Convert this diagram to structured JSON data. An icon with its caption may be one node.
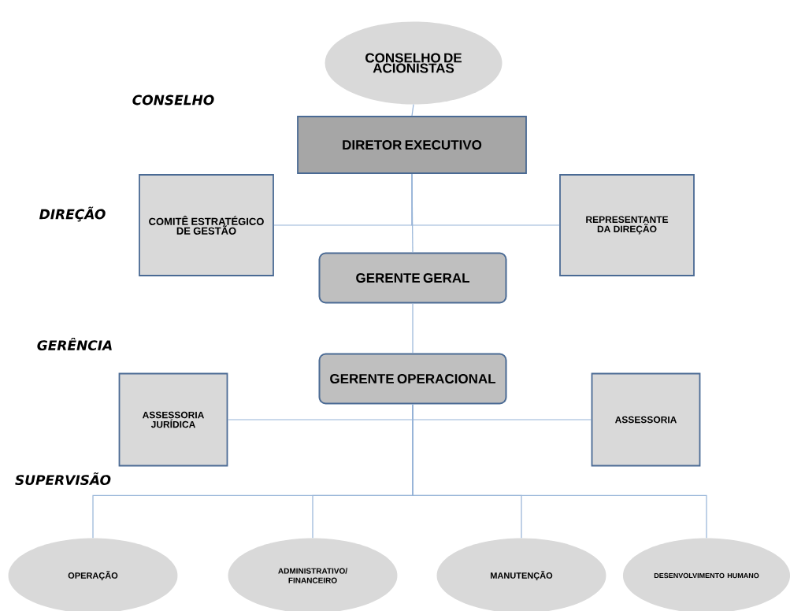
{
  "diagram": {
    "nodes": [
      {
        "text": [
          "CONSELHO DE ACIONISTAS"
        ]
      },
      {
        "text": [
          "DIRETOR EXECUTIVO"
        ]
      },
      {
        "text": [
          "COMITÊ ESTRATÉGICO DE GESTÃO"
        ]
      },
      {
        "text": [
          "REPRESENTANTE DA DIREÇÃO"
        ]
      },
      {
        "text": [
          "GERENTE GERAL"
        ]
      },
      {
        "text": [
          "GERENTE OPERACIONAL"
        ]
      },
      {
        "text": [
          "ASSESSORIA JURÍDICA"
        ]
      },
      {
        "text": [
          "ASSESSORIA"
        ]
      },
      {
        "text": [
          "OPERAÇÃO"
        ]
      },
      {
        "text": [
          "ADMINISTRATIVO/ FINANCEIRO"
        ]
      },
      {
        "text": [
          "MANUTENÇÃO"
        ]
      },
      {
        "text": [
          "DESENVOLVIMENTO HUMANO"
        ]
      }
    ],
    "edges": [
      {
        "from": 0,
        "to": 1,
        "arrow": "none"
      },
      {
        "from": 1,
        "to": 2,
        "arrow": "none"
      },
      {
        "from": 1,
        "to": 3,
        "arrow": "none"
      },
      {
        "from": 1,
        "to": 4,
        "arrow": "none"
      },
      {
        "from": 4,
        "to": 5,
        "arrow": "none"
      },
      {
        "from": 5,
        "to": 6,
        "arrow": "none"
      },
      {
        "from": 5,
        "to": 7,
        "arrow": "none"
      },
      {
        "from": 5,
        "to": 8,
        "arrow": "none"
      },
      {
        "from": 5,
        "to": 9,
        "arrow": "none"
      },
      {
        "from": 5,
        "to": 10,
        "arrow": "none"
      },
      {
        "from": 5,
        "to": 11,
        "arrow": "none"
      }
    ],
    "labels": [
      "CONSELHO",
      "DIREÇÃO",
      "GERÊNCIA",
      "SUPERVISÃO"
    ]
  }
}
